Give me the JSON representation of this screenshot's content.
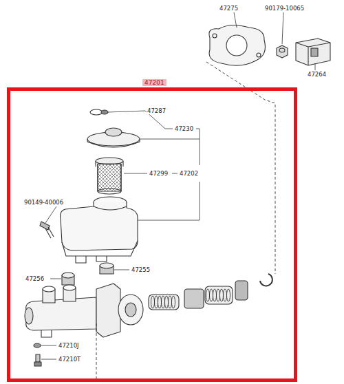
{
  "diagram": {
    "nodes": [
      {
        "text": [
          "47201"
        ]
      }
    ],
    "labels": [
      "47275",
      "90179-10065",
      "47264",
      "47287",
      "47230",
      "47299",
      "47202",
      "90149-40006",
      "47255",
      "47256",
      "47210J",
      "47210T"
    ]
  }
}
